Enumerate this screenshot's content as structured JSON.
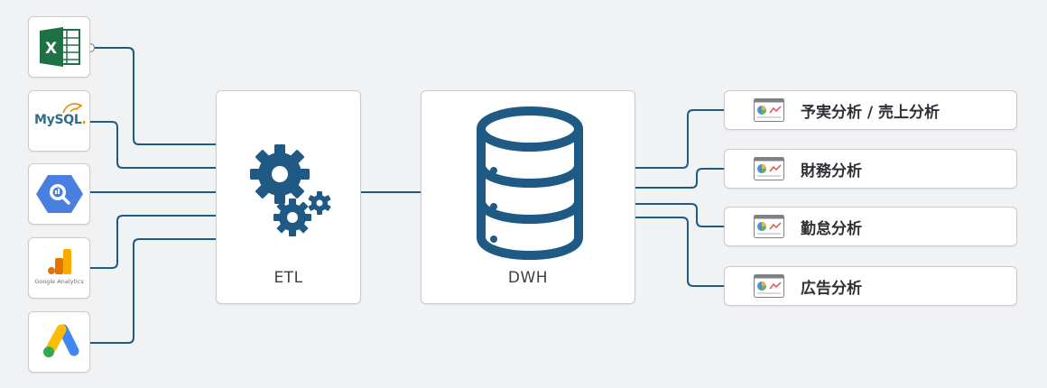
{
  "sources": [
    {
      "name": "excel",
      "icon": "excel-icon"
    },
    {
      "name": "mysql",
      "icon": "mysql-icon",
      "text_main": "MySQL",
      "text_tail": "."
    },
    {
      "name": "bigquery",
      "icon": "bigquery-icon"
    },
    {
      "name": "google-analytics",
      "icon": "google-analytics-icon",
      "text": "Google Analytics"
    },
    {
      "name": "google-ads",
      "icon": "google-ads-icon"
    }
  ],
  "etl": {
    "label": "ETL",
    "icon": "gears-icon"
  },
  "dwh": {
    "label": "DWH",
    "icon": "database-icon"
  },
  "outputs": [
    {
      "label": "予実分析 / 売上分析",
      "icon": "report-icon"
    },
    {
      "label": "財務分析",
      "icon": "report-icon"
    },
    {
      "label": "勤怠分析",
      "icon": "report-icon"
    },
    {
      "label": "広告分析",
      "icon": "report-icon"
    }
  ],
  "colors": {
    "connector": "#1e5a84",
    "background": "#f1f2f4",
    "box_border": "#c9cbcf",
    "excel": "#1e7145",
    "bigquery": "#4a7fe2",
    "ga_orange": "#f9ab00",
    "ga_dark": "#e37400",
    "ads_blue": "#4285f4",
    "ads_yellow": "#fbbc04",
    "ads_green": "#34a853"
  }
}
